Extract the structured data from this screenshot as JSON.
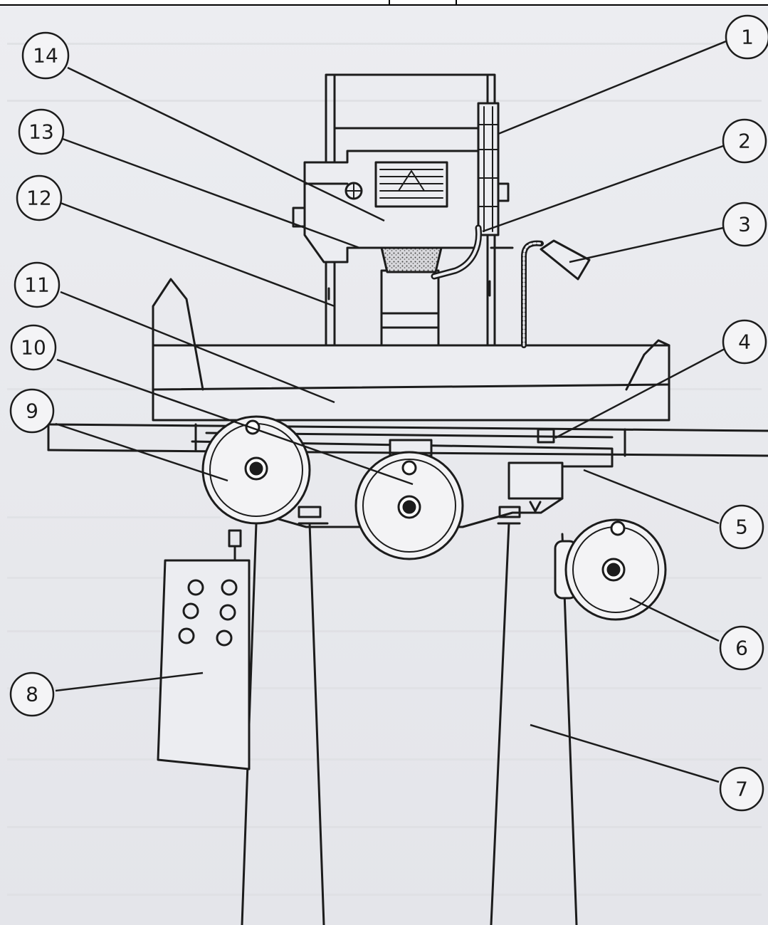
{
  "diagram": {
    "callouts": [
      {
        "id": 1,
        "label": "1"
      },
      {
        "id": 2,
        "label": "2"
      },
      {
        "id": 3,
        "label": "3"
      },
      {
        "id": 4,
        "label": "4"
      },
      {
        "id": 5,
        "label": "5"
      },
      {
        "id": 6,
        "label": "6"
      },
      {
        "id": 7,
        "label": "7"
      },
      {
        "id": 8,
        "label": "8"
      },
      {
        "id": 9,
        "label": "9"
      },
      {
        "id": 10,
        "label": "10"
      },
      {
        "id": 11,
        "label": "11"
      },
      {
        "id": 12,
        "label": "12"
      },
      {
        "id": 13,
        "label": "13"
      },
      {
        "id": 14,
        "label": "14"
      }
    ],
    "colors": {
      "ink": "#1c1c1c",
      "paper": "#e8e9ed",
      "wheel_fill": "#f3f3f5"
    }
  }
}
